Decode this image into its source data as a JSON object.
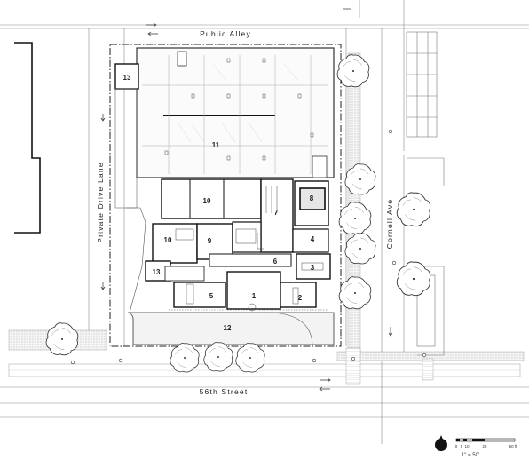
{
  "streets": {
    "top": "Public Alley",
    "left": "Private Drive Lane",
    "right": "Cornell Ave",
    "bottom": "56th Street"
  },
  "rooms": [
    "1",
    "2",
    "3",
    "4",
    "5",
    "6",
    "7",
    "8",
    "9",
    "10",
    "10",
    "11",
    "12",
    "13",
    "13"
  ],
  "scale": {
    "ticks": [
      "0",
      "5",
      "10",
      "25",
      "50 ft"
    ],
    "note": "1\" = 50'"
  },
  "icons": [
    "north-arrow-icon",
    "tree-icon"
  ]
}
